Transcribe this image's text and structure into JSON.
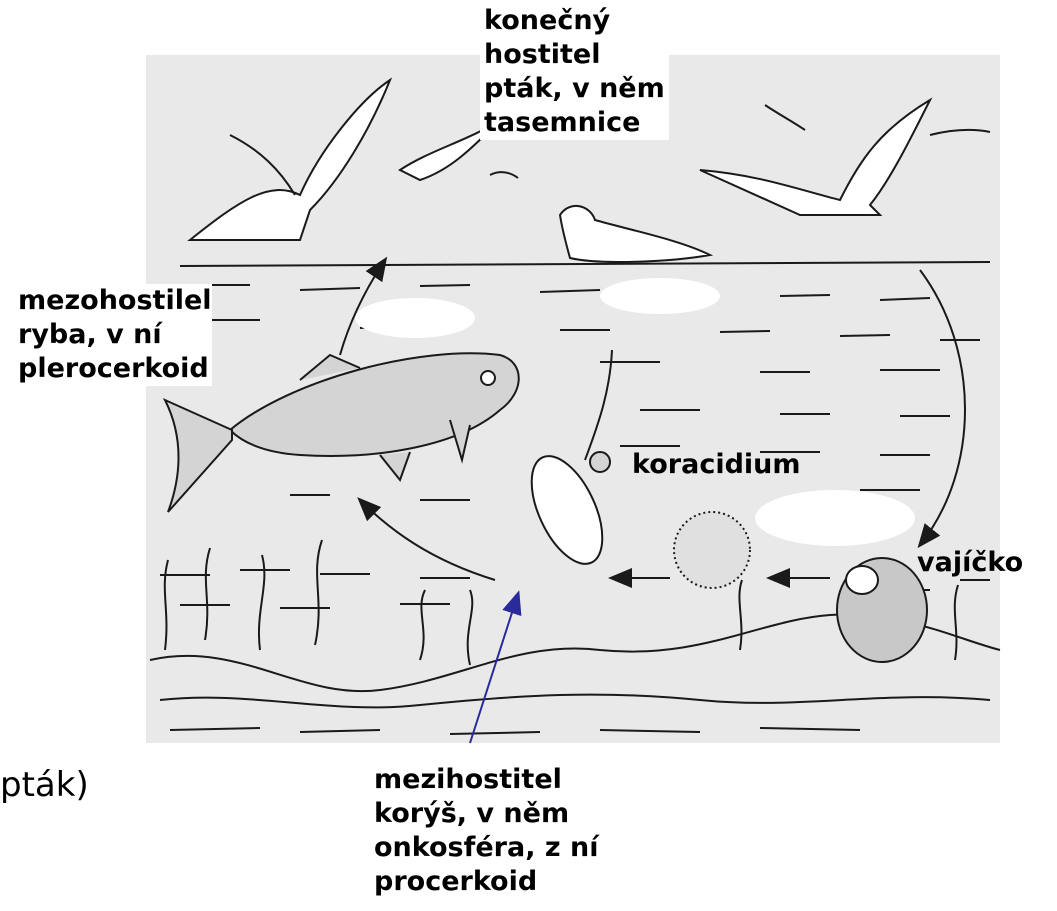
{
  "labels": {
    "final_host": [
      "konečný",
      "hostitel",
      "pták, v něm",
      "tasemnice"
    ],
    "second_host": [
      "mezohostilel",
      "ryba, v ní",
      "plerocerkoid"
    ],
    "coracidium": "koracidium",
    "egg": "vajíčko",
    "first_host": [
      "mezihostitel",
      "korýš, v něm",
      "onkosféra, z ní",
      "procerkoid"
    ],
    "partial_text": "pták)"
  },
  "colors": {
    "background": "#ffffff",
    "scene": "#e9e9e9",
    "ink": "#1a1a1a",
    "pointer": "#2a2a9a"
  }
}
